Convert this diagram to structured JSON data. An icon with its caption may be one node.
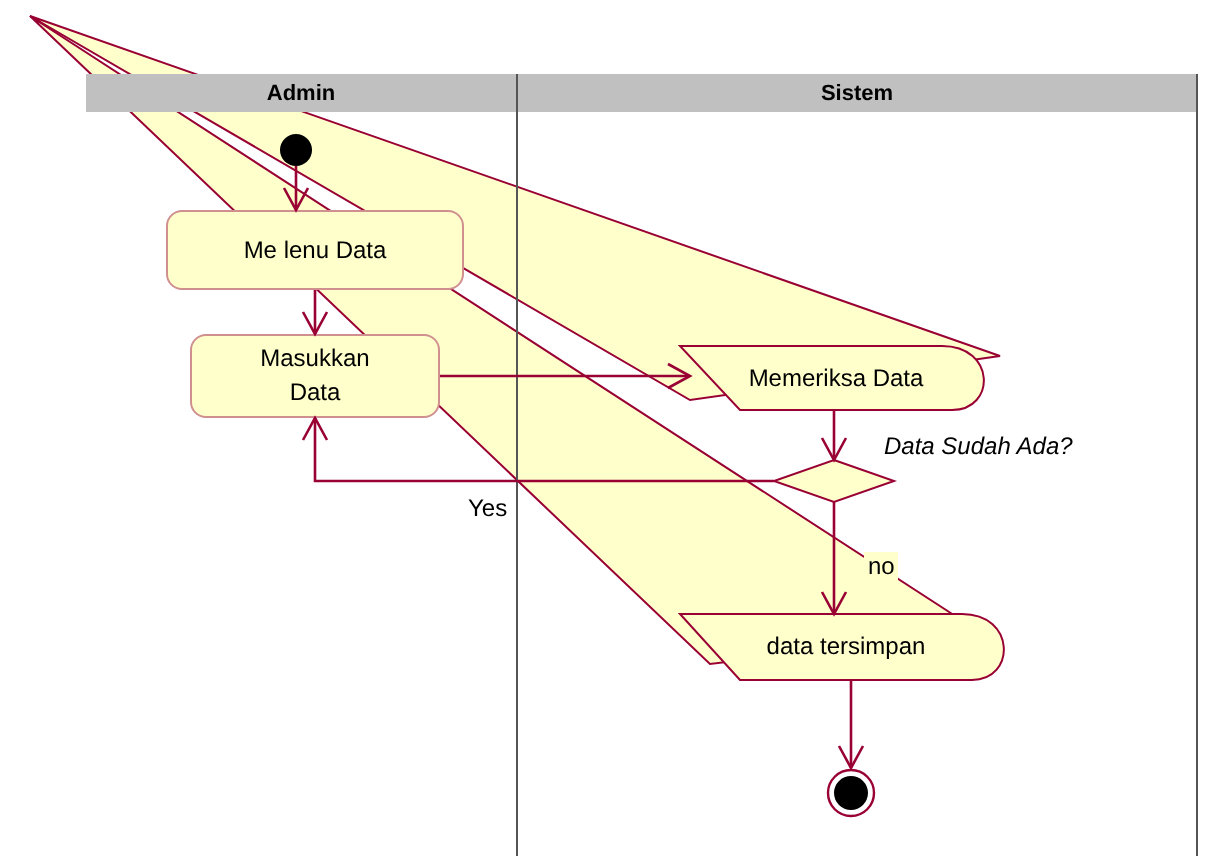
{
  "diagram": {
    "nodes": [
      {
        "text": [
          "Admin"
        ]
      },
      {
        "text": [
          "Sistem"
        ]
      },
      {
        "text": [],
        "shape": "circle",
        "in": 0
      },
      {
        "text": [
          "Me lenu Data"
        ],
        "in": 0
      },
      {
        "text": [
          "Masukkan Data"
        ],
        "in": 0
      },
      {
        "text": [
          "Memeriksa Data"
        ],
        "in": 1
      },
      {
        "text": [],
        "shape": "diamond",
        "in": 1,
        "beside": [
          "Data Sudah Ada?"
        ]
      },
      {
        "text": [
          "data tersimpan"
        ],
        "in": 1
      },
      {
        "text": [],
        "shape": "circle",
        "in": 1
      }
    ],
    "edges": [
      {
        "from": 2,
        "to": 3,
        "arrow": "to"
      },
      {
        "from": 3,
        "to": 4,
        "arrow": "to"
      },
      {
        "from": 4,
        "to": 5,
        "arrow": "to"
      },
      {
        "from": 5,
        "to": 6,
        "arrow": "to"
      },
      {
        "from": 6,
        "to": 4,
        "arrow": "to",
        "label": "Yes"
      },
      {
        "from": 6,
        "to": 7,
        "arrow": "to",
        "label": "no"
      },
      {
        "from": 7,
        "to": 8,
        "arrow": "to"
      }
    ]
  }
}
